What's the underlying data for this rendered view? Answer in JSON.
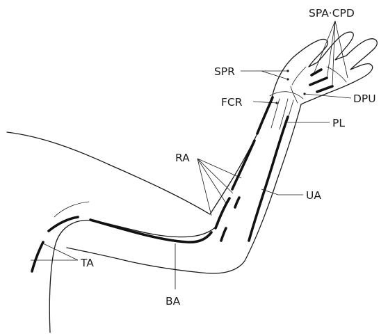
{
  "labels": {
    "spa_cpd": "SPA·CPD",
    "spr": "SPR",
    "fcr": "FCR",
    "dpu": "DPU",
    "pl": "PL",
    "ra": "RA",
    "ua": "UA",
    "ta": "TA",
    "ba": "BA"
  },
  "colors": {
    "ink": "#1a1a1a",
    "background": "#ffffff"
  }
}
